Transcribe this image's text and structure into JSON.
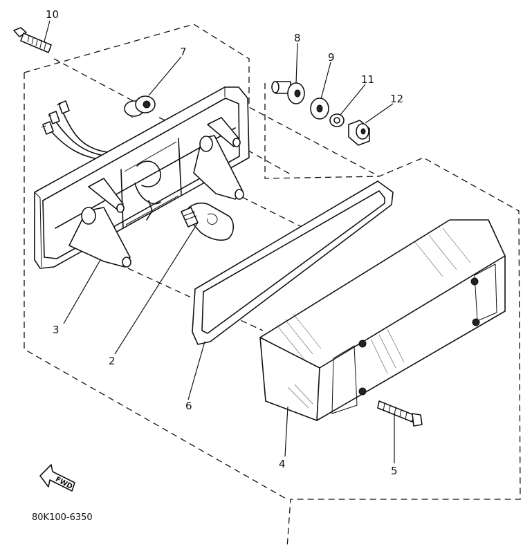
{
  "figure_code": "80K100-6350",
  "fwd_label": "FWD",
  "callouts": {
    "c1": "10",
    "c2": "7",
    "c3": "8",
    "c4": "9",
    "c5": "11",
    "c6": "12",
    "c7": "3",
    "c8": "2",
    "c9": "6",
    "c10": "4",
    "c11": "5"
  },
  "parts": [
    {
      "number": "2",
      "name": "bulb"
    },
    {
      "number": "3",
      "name": "tail-light-housing"
    },
    {
      "number": "4",
      "name": "lens"
    },
    {
      "number": "5",
      "name": "lens-screw"
    },
    {
      "number": "6",
      "name": "lens-gasket"
    },
    {
      "number": "7",
      "name": "grommet"
    },
    {
      "number": "8",
      "name": "collar"
    },
    {
      "number": "9",
      "name": "flat-washer"
    },
    {
      "number": "10",
      "name": "bolt"
    },
    {
      "number": "11",
      "name": "lock-washer"
    },
    {
      "number": "12",
      "name": "nut"
    }
  ],
  "colors": {
    "ink": "#111111",
    "paper": "#ffffff"
  }
}
